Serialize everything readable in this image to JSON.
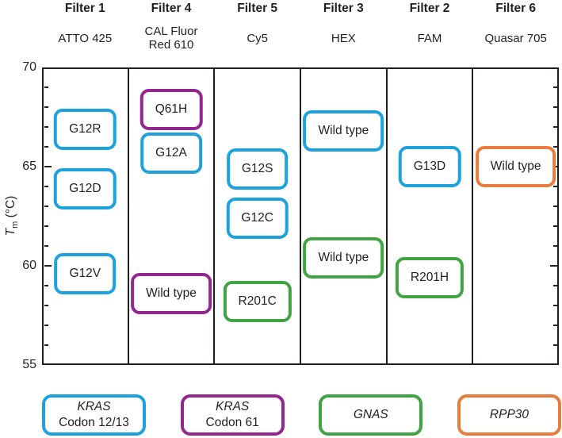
{
  "chart_data": {
    "type": "scatter",
    "subtype": "labeled-melt-temperature-boxes",
    "title": "",
    "ylabel": "Tm (°C)",
    "ylabel_parts": {
      "t": "T",
      "sub": "m",
      "rest": " (°C)"
    },
    "ylim": [
      55,
      70
    ],
    "yticks": [
      70,
      65,
      60,
      55
    ],
    "minor_tick_step_degC": 1,
    "marker_box_span_degC": 2.1,
    "grid": false,
    "legend_position": "bottom",
    "groups": {
      "kras_codon_12_13": {
        "label": "KRAS Codon 12/13",
        "color": "#1CA3DD"
      },
      "kras_codon_61": {
        "label": "KRAS Codon 61",
        "color": "#93278F"
      },
      "gnas": {
        "label": "GNAS",
        "color": "#3FA442"
      },
      "rpp30": {
        "label": "RPP30",
        "color": "#E87D3B"
      }
    },
    "channels": [
      {
        "filter": "Filter 1",
        "dye": "ATTO 425",
        "markers": [
          {
            "label": "G12R",
            "group": "kras_codon_12_13",
            "tm": 66.9
          },
          {
            "label": "G12D",
            "group": "kras_codon_12_13",
            "tm": 63.9
          },
          {
            "label": "G12V",
            "group": "kras_codon_12_13",
            "tm": 59.6
          }
        ]
      },
      {
        "filter": "Filter 4",
        "dye": "CAL Fluor\nRed 610",
        "markers": [
          {
            "label": "Q61H",
            "group": "kras_codon_61",
            "tm": 67.9
          },
          {
            "label": "G12A",
            "group": "kras_codon_12_13",
            "tm": 65.7
          },
          {
            "label": "Wild type",
            "group": "kras_codon_61",
            "tm": 58.6
          }
        ]
      },
      {
        "filter": "Filter 5",
        "dye": "Cy5",
        "markers": [
          {
            "label": "G12S",
            "group": "kras_codon_12_13",
            "tm": 64.9
          },
          {
            "label": "G12C",
            "group": "kras_codon_12_13",
            "tm": 62.4
          },
          {
            "label": "R201C",
            "group": "gnas",
            "tm": 58.2
          }
        ]
      },
      {
        "filter": "Filter 3",
        "dye": "HEX",
        "markers": [
          {
            "label": "Wild type",
            "group": "kras_codon_12_13",
            "tm": 66.8
          },
          {
            "label": "Wild type",
            "group": "gnas",
            "tm": 60.4
          }
        ]
      },
      {
        "filter": "Filter 2",
        "dye": "FAM",
        "markers": [
          {
            "label": "G13D",
            "group": "kras_codon_12_13",
            "tm": 65.0
          },
          {
            "label": "R201H",
            "group": "gnas",
            "tm": 59.4
          }
        ]
      },
      {
        "filter": "Filter 6",
        "dye": "Quasar 705",
        "markers": [
          {
            "label": "Wild type",
            "group": "rpp30",
            "tm": 65.0
          }
        ]
      }
    ],
    "legend": [
      {
        "group": "kras_codon_12_13",
        "line1": "KRAS",
        "line2": "Codon 12/13"
      },
      {
        "group": "kras_codon_61",
        "line1": "KRAS",
        "line2": "Codon 61"
      },
      {
        "group": "gnas",
        "line1": "GNAS",
        "line2": ""
      },
      {
        "group": "rpp30",
        "line1": "RPP30",
        "line2": ""
      }
    ]
  }
}
